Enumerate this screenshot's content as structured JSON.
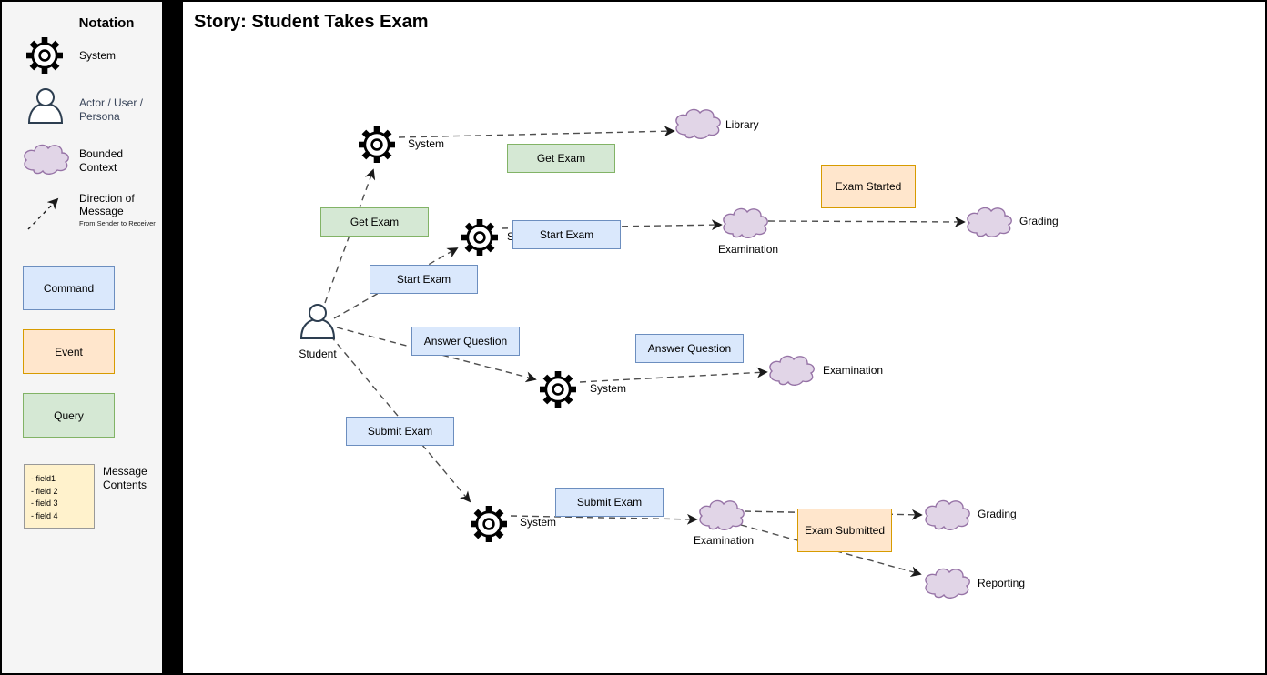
{
  "title": "Story: Student Takes Exam",
  "legend": {
    "heading": "Notation",
    "system": "System",
    "actor_line1": "Actor / User /",
    "actor_line2": "Persona",
    "context_line1": "Bounded",
    "context_line2": "Context",
    "direction_line1": "Direction of",
    "direction_line2": "Message",
    "direction_sub": "From Sender to Receiver",
    "command": "Command",
    "event": "Event",
    "query": "Query",
    "note_label_line1": "Message",
    "note_label_line2": "Contents",
    "note_fields": [
      "- field1",
      "- field 2",
      "- field 3",
      "- field 4"
    ]
  },
  "diagram": {
    "actor": "Student",
    "system": "System",
    "messages": {
      "get_exam": "Get Exam",
      "start_exam": "Start Exam",
      "answer_question": "Answer Question",
      "submit_exam": "Submit Exam",
      "exam_started": "Exam Started",
      "exam_submitted": "Exam Submitted"
    },
    "contexts": {
      "library": "Library",
      "examination": "Examination",
      "grading": "Grading",
      "reporting": "Reporting"
    }
  },
  "colors": {
    "command_fill": "#dae8fc",
    "command_stroke": "#6c8ebf",
    "event_fill": "#ffe6cc",
    "event_stroke": "#d79b00",
    "query_fill": "#d5e8d4",
    "query_stroke": "#82b366",
    "context_fill": "#e1d5e7",
    "context_stroke": "#9673a6",
    "note_fill": "#fff2cc",
    "note_stroke": "#999999",
    "sidebar_bg": "#f5f5f5",
    "canvas_bg": "#ffffff"
  }
}
